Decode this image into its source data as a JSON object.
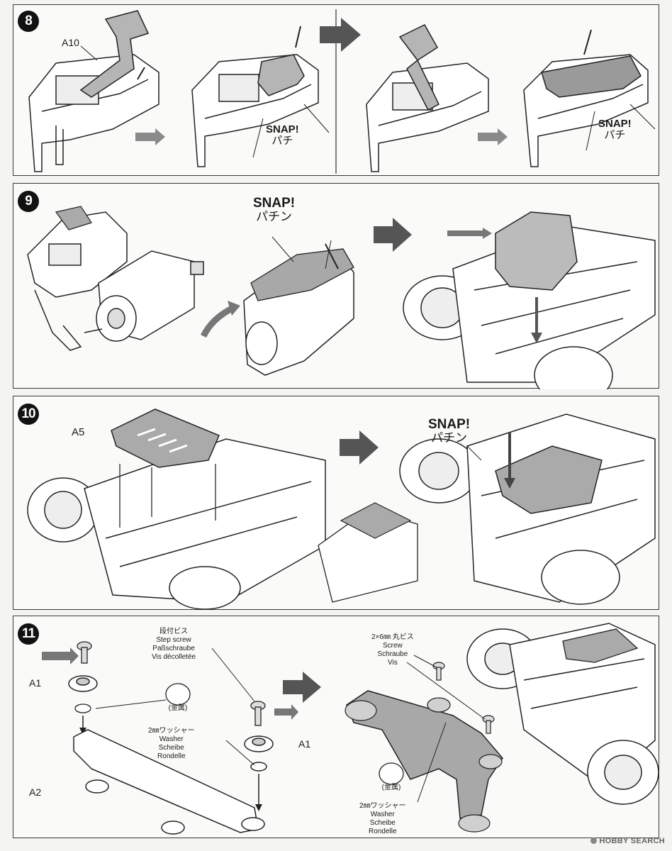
{
  "steps": [
    {
      "number": "8"
    },
    {
      "number": "9"
    },
    {
      "number": "10"
    },
    {
      "number": "11"
    }
  ],
  "step8": {
    "part_a10": "A10",
    "snap_left": {
      "en": "SNAP!",
      "jp": "パチ"
    },
    "snap_right": {
      "en": "SNAP!",
      "jp": "パチ"
    }
  },
  "step9": {
    "snap": {
      "en": "SNAP!",
      "jp": "パチン"
    }
  },
  "step10": {
    "part_a5": "A5",
    "snap": {
      "en": "SNAP!",
      "jp": "パチン"
    }
  },
  "step11": {
    "step_screw": {
      "jp": "段付ビス",
      "en": "Step screw",
      "de": "Paßschraube",
      "fr": "Vis décolletée"
    },
    "part_a1_left": "A1",
    "part_a1_right": "A1",
    "part_a2": "A2",
    "metal_left": "(金属)",
    "metal_right": "(金属)",
    "washer_mid": {
      "jp": "2㎜ワッシャー",
      "en": "Washer",
      "de": "Scheibe",
      "fr": "Rondelle"
    },
    "washer_right": {
      "jp": "2㎜ワッシャー",
      "en": "Washer",
      "de": "Scheibe",
      "fr": "Rondelle"
    },
    "screw_2x6": {
      "jp": "2×6㎜ 丸ビス",
      "en": "Screw",
      "de": "Schraube",
      "fr": "Vis"
    }
  },
  "watermark": "HOBBY SEARCH",
  "colors": {
    "ink": "#1a1a1a",
    "paper": "#fafaf8",
    "part_gray": "#8c8c8c",
    "badge": "#111111"
  }
}
